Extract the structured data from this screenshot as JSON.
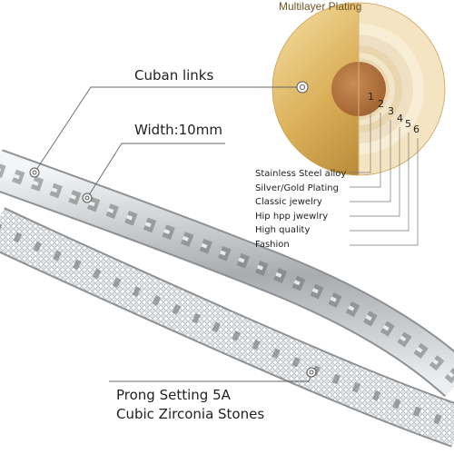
{
  "plating": {
    "title": "Multilayer Plating",
    "layer_numbers": [
      "1",
      "2",
      "3",
      "4",
      "5",
      "6"
    ],
    "layers": [
      "Stainless Steel alloy",
      "Silver/Gold Plating",
      "Classic jewelry",
      "Hip hpp jwewlry",
      "High quality",
      "Fashion"
    ]
  },
  "callouts": {
    "cuban": "Cuban links",
    "width": "Width:10mm"
  },
  "prong": {
    "line1": "Prong Setting 5A",
    "line2": "Cubic Zirconia Stones"
  },
  "colors": {
    "gold_dark": "#b8862c",
    "gold_light": "#f2d9a6",
    "core": "#b5753e",
    "silver": "#c9cbcd",
    "line": "#666666"
  }
}
